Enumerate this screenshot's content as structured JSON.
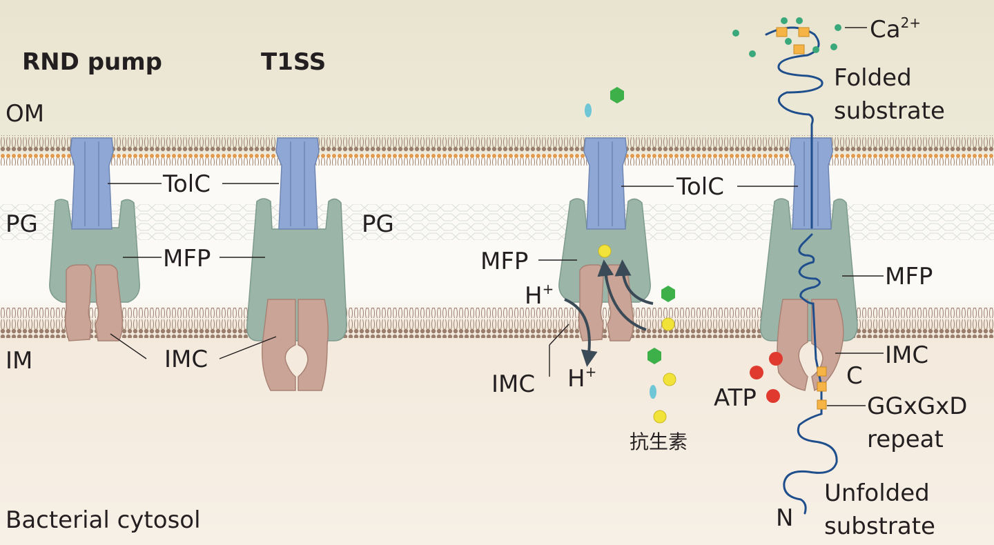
{
  "titles": {
    "rnd": "RND pump",
    "t1ss": "T1SS"
  },
  "regions": {
    "om": "OM",
    "pg_left": "PG",
    "pg_mid": "PG",
    "im": "IM",
    "cytosol": "Bacterial cytosol"
  },
  "labels_left": {
    "tolc": "TolC",
    "mfp": "MFP",
    "imc": "IMC"
  },
  "labels_rnd": {
    "tolc": "TolC",
    "mfp": "MFP",
    "h_in": "H",
    "h_in_sup": "+",
    "h_out": "H",
    "h_out_sup": "+",
    "imc": "IMC",
    "antibiotic": "抗生素"
  },
  "labels_t1ss": {
    "ca": "Ca",
    "ca_sup": "2+",
    "folded_1": "Folded",
    "folded_2": "substrate",
    "mfp": "MFP",
    "imc": "IMC",
    "c_term": "C",
    "atp": "ATP",
    "ggxgxd_1": "GGxGxD",
    "ggxgxd_2": "repeat",
    "unfolded_1": "Unfolded",
    "unfolded_2": "substrate",
    "n_term": "N"
  },
  "colors": {
    "periplasm_top": "#e9e6d3",
    "cytosol": "#f2e6d6",
    "tolc": "#8fa7d4",
    "mfp": "#9bb5a9",
    "imc": "#c9a497",
    "lipid_om": "#e39a4e",
    "lipid": "#9a7f6e",
    "arrow": "#3a4a57",
    "substrate": "#1f4e8c",
    "calcium": "#3aa87a",
    "atp": "#e03a2f",
    "antibiotic_yellow": "#f2e33a",
    "antibiotic_green": "#3db04a",
    "antibiotic_cyan": "#6ec6d6",
    "repeat_box": "#f5b445"
  }
}
